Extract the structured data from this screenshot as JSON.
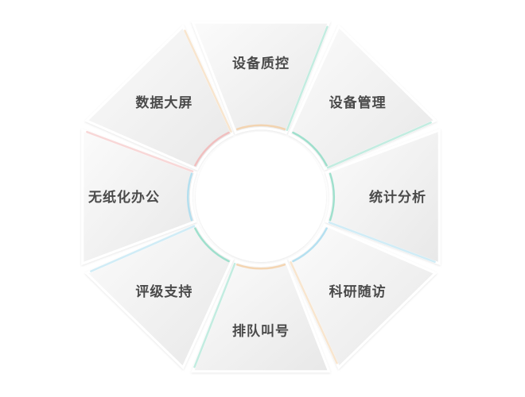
{
  "diagram": {
    "segments": [
      {
        "id": "quality",
        "label": "设备质控",
        "icon": "none"
      },
      {
        "id": "manage",
        "label": "设备管理",
        "icon": "none"
      },
      {
        "id": "stats",
        "label": "统计分析",
        "icon": "none"
      },
      {
        "id": "research",
        "label": "科研随访",
        "icon": "none"
      },
      {
        "id": "queue",
        "label": "排队叫号",
        "icon": "none"
      },
      {
        "id": "rating",
        "label": "评级支持",
        "icon": "none"
      },
      {
        "id": "paperless",
        "label": "无纸化办公",
        "icon": "none"
      },
      {
        "id": "screen",
        "label": "数据大屏",
        "icon": "none"
      }
    ],
    "colors": {
      "segment_fill_light": "#fafafa",
      "segment_fill_dark": "#e9e9e9",
      "hub_fill": "#ffffff",
      "label": "#4a4a4a",
      "accent_green": "#8fdcc6",
      "accent_orange": "#f3cfa6",
      "accent_pink": "#f2b7b7",
      "accent_blue": "#a9dcef"
    }
  }
}
